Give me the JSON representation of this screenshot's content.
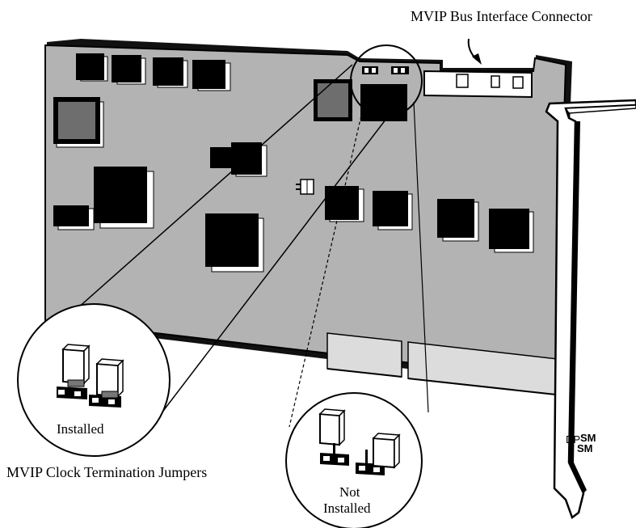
{
  "labels": {
    "bus_connector": "MVIP Bus Interface Connector",
    "clock_jumpers": "MVIP Clock Termination Jumpers",
    "installed": "Installed",
    "not_installed_line1": "Not",
    "not_installed_line2": "Installed"
  },
  "bracket_logo": {
    "prefix": "DP",
    "top": "SM",
    "bottom": "SM"
  },
  "colors": {
    "board": "#b3b3b3",
    "board_edge": "#000000",
    "chip": "#000000",
    "chip_gray": "#6e6e6e",
    "edge_connector": "#dcdcdc",
    "bracket": "#ffffff"
  }
}
